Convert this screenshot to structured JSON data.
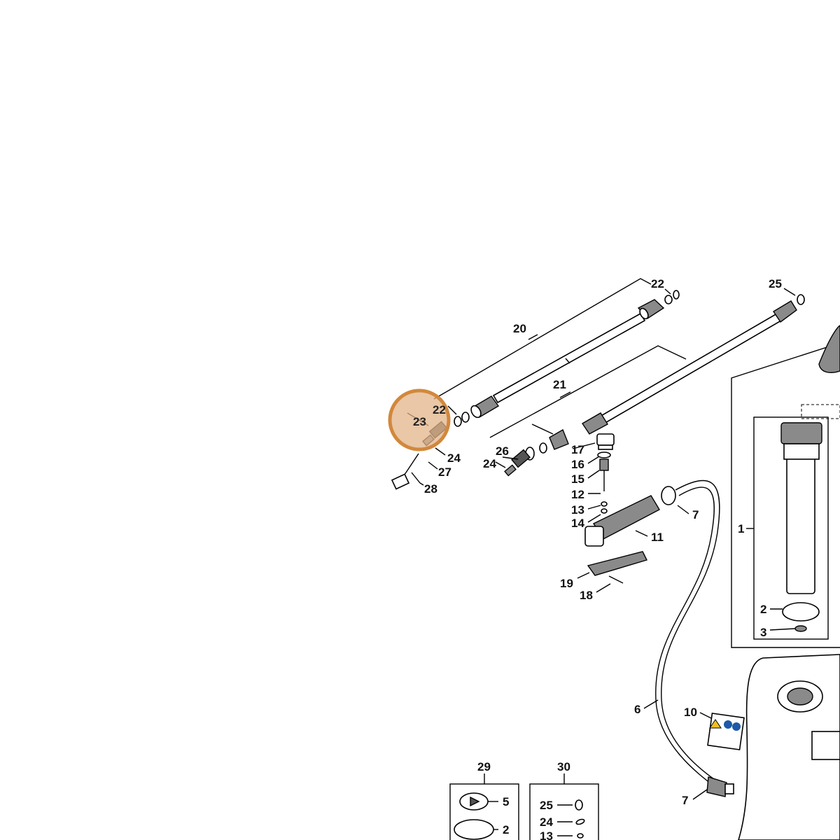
{
  "diagram": {
    "labels": {
      "l22_top": "22",
      "l25_top": "25",
      "l20": "20",
      "l21": "21",
      "l22_left": "22",
      "l23": "23",
      "l24_left": "24",
      "l27": "27",
      "l28": "28",
      "l26": "26",
      "l24_mid": "24",
      "l17": "17",
      "l16": "16",
      "l15": "15",
      "l12": "12",
      "l13": "13",
      "l14": "14",
      "l11": "11",
      "l7_top": "7",
      "l19": "19",
      "l18": "18",
      "l1": "1",
      "l2_right": "2",
      "l3": "3",
      "l6": "6",
      "l10": "10",
      "l7_bottom": "7",
      "l29": "29",
      "l30": "30",
      "k29_5": "5",
      "k29_2": "2",
      "k30_25": "25",
      "k30_24": "24",
      "k30_13": "13"
    },
    "highlight": {
      "part": "23",
      "color": "#d2883c"
    }
  }
}
